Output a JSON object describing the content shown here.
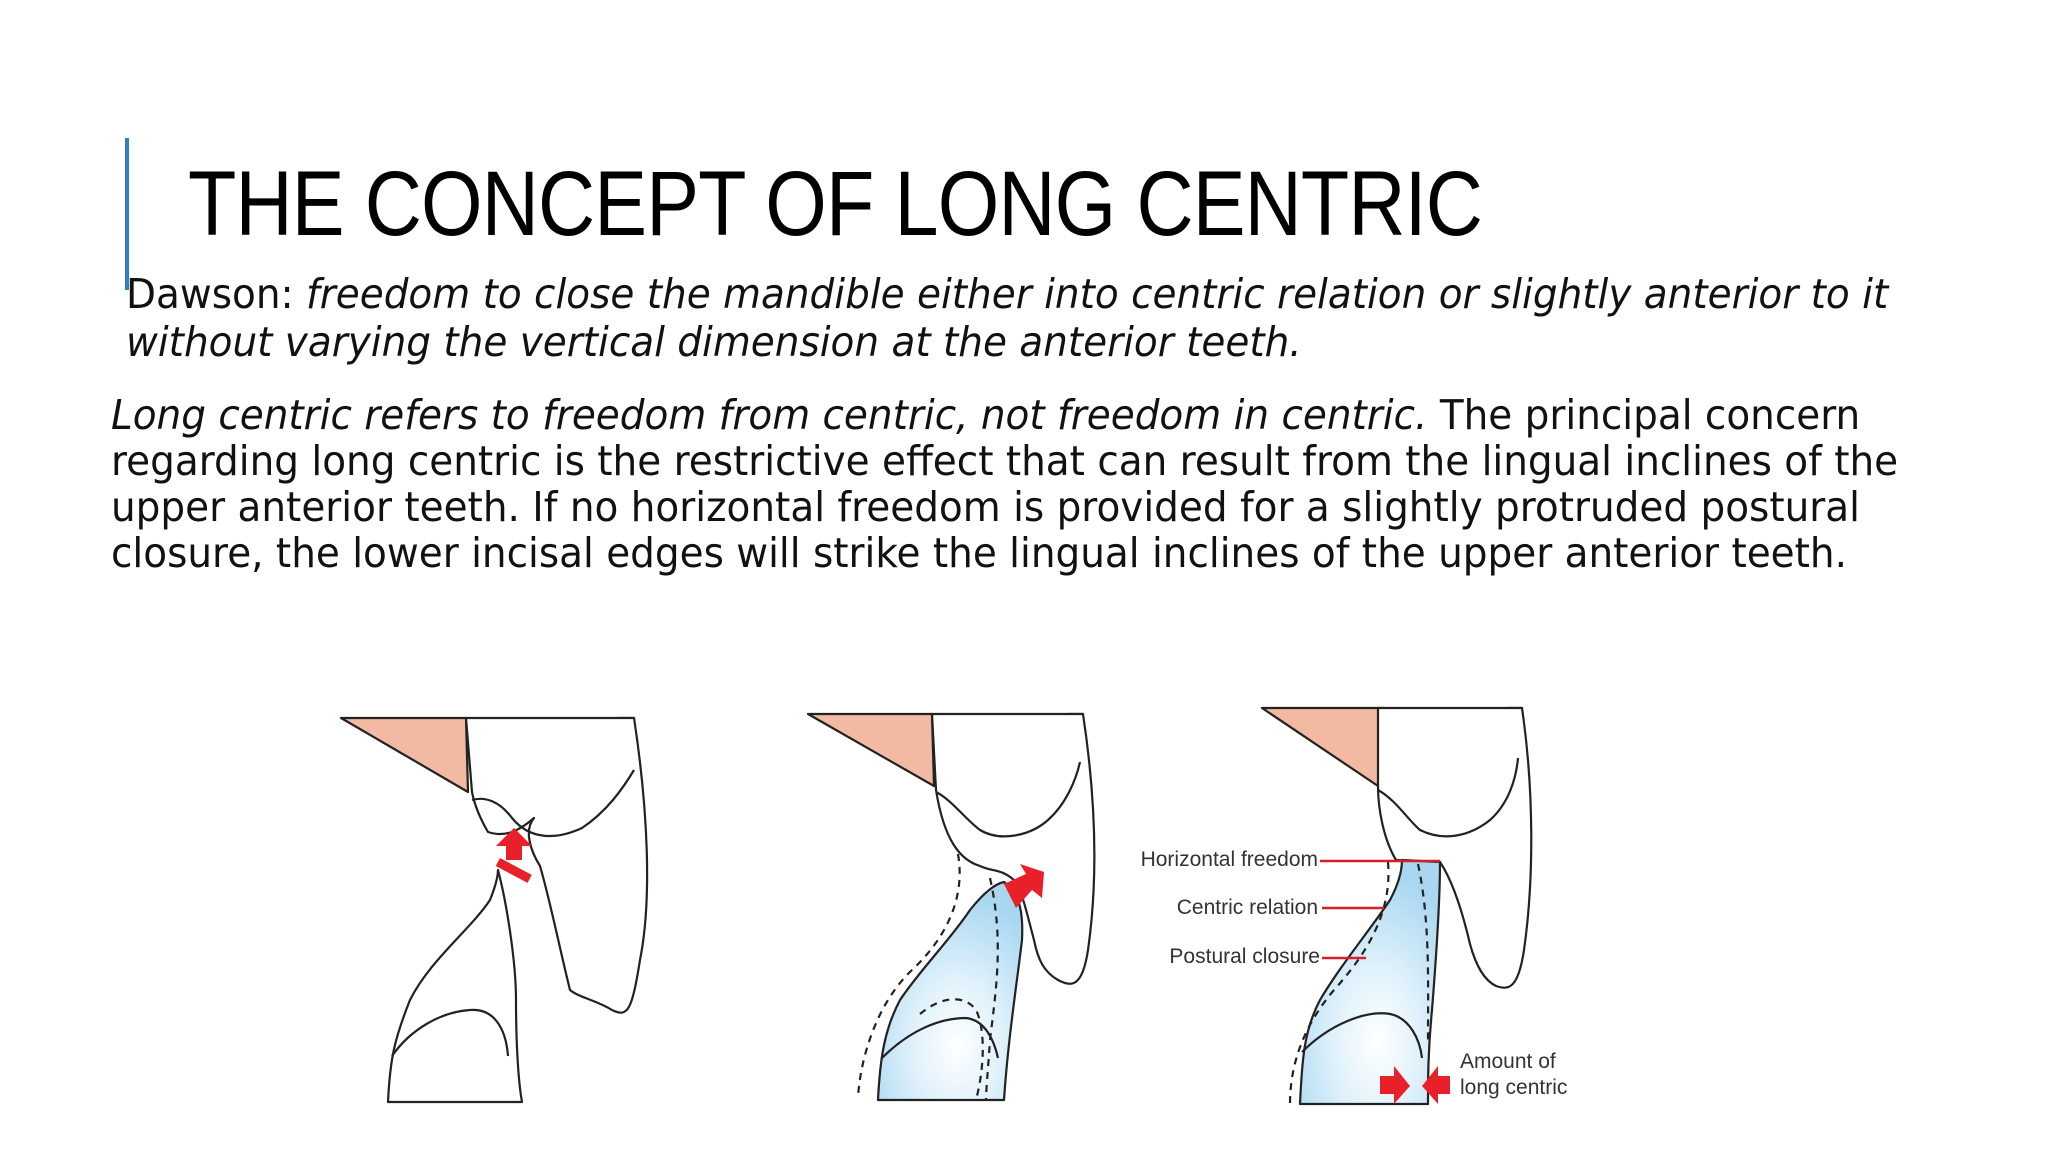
{
  "slide": {
    "title": "THE CONCEPT OF LONG CENTRIC",
    "accent_color": "#2f7fc1"
  },
  "definition": {
    "prefix": "Dawson: ",
    "italic_line1": "freedom to close the mandible either into centric relation or slightly anterior to it",
    "italic_line2": "without varying the vertical dimension at the anterior teeth."
  },
  "explanation": {
    "italic_lead": "Long centric refers to freedom from centric, not freedom in centric.",
    "line1_rest": " The principal concern",
    "line2": "regarding long centric is the restrictive effect that can result from the lingual inclines of the",
    "line3": "upper anterior teeth. If no horizontal freedom is provided for a slightly protruded postural",
    "line4": "closure, the lower incisal edges will strike the lingual inclines of the upper anterior teeth."
  },
  "figure": {
    "labels": {
      "horizontal_freedom": "Horizontal freedom",
      "centric_relation": "Centric relation",
      "postural_closure": "Postural closure",
      "amount_line1": "Amount of",
      "amount_line2": "long centric"
    },
    "colors": {
      "gingiva": "#f2b9a3",
      "arrow": "#e8202a",
      "tooth_fill_highlight": "#c8e6f7",
      "outline": "#222222"
    },
    "icons": [
      "up-arrow-icon",
      "diagonal-arrow-icon",
      "right-arrow-icon",
      "left-arrow-icon"
    ]
  }
}
